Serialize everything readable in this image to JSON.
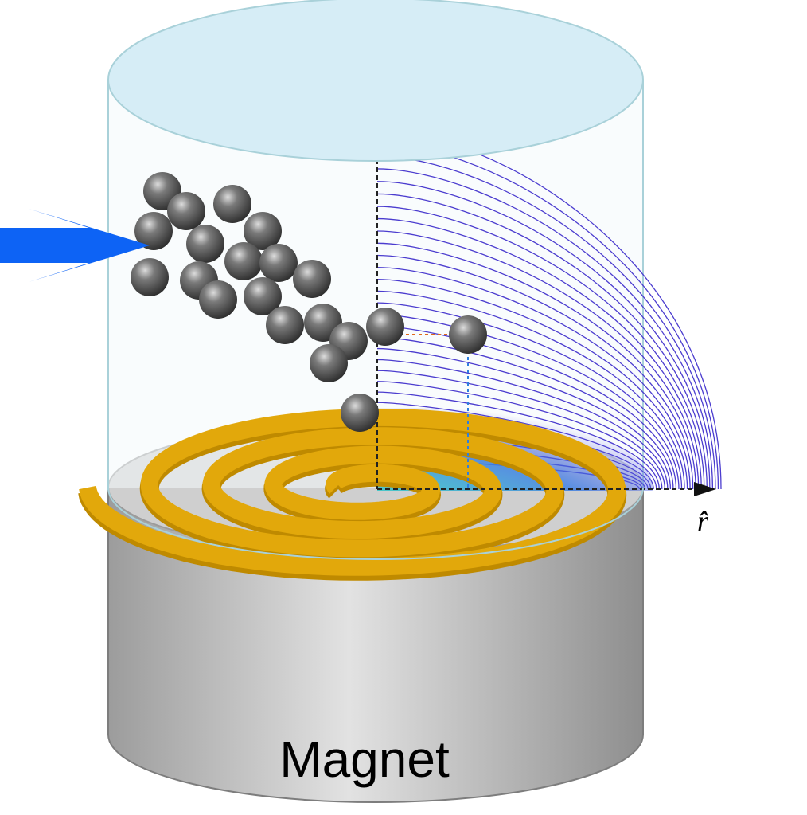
{
  "labels": {
    "magnet": "Magnet",
    "radial_axis": "r̂"
  },
  "colors": {
    "background": "#ffffff",
    "cylinder_top": "#d6edf6",
    "cylinder_edge": "#a9d1d9",
    "magnet_light": "#e3e3e3",
    "magnet_dark": "#9a9a9a",
    "coil": "#e2a80b",
    "coil_shadow": "#bf8a00",
    "field_line": "#4b3ccf",
    "arrow_in": "#0d63f5",
    "particle": "#585858",
    "guide_orange": "#e06a1c",
    "guide_blue": "#2f7fe0"
  },
  "icons": {
    "inflow": "right-arrow-icon",
    "particle": "sphere-icon"
  },
  "field_line_count": 30,
  "coil_turns": 4
}
